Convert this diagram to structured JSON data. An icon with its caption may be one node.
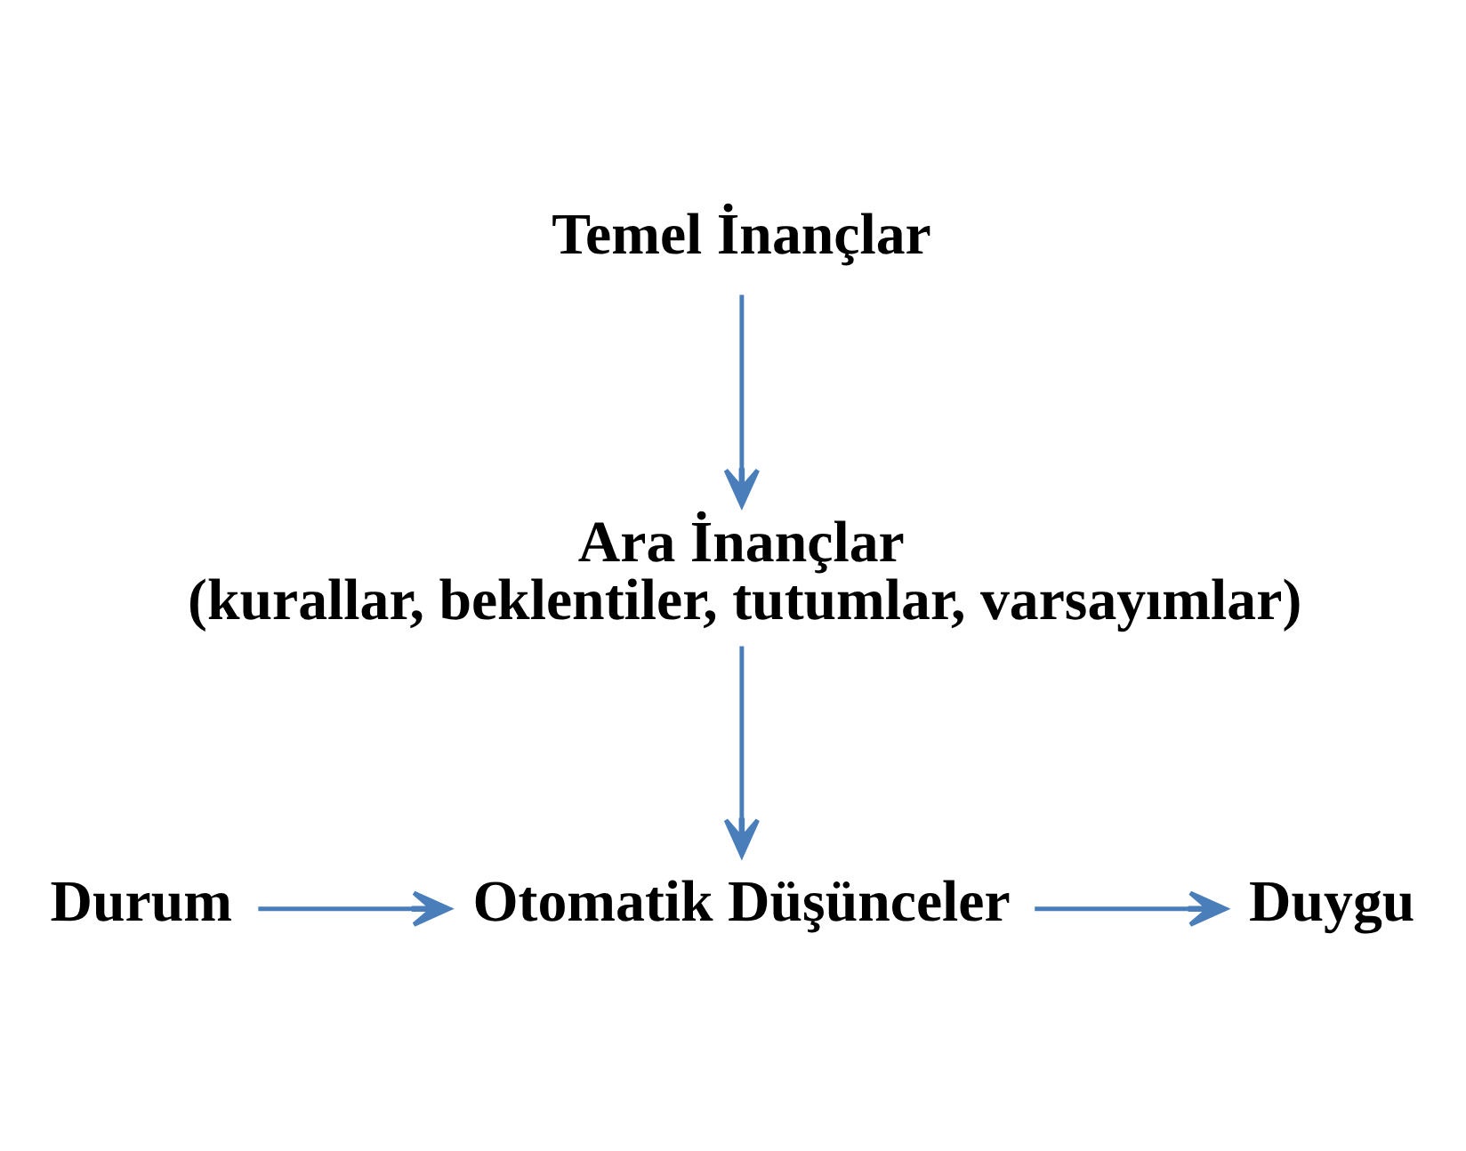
{
  "diagram": {
    "nodes": [
      {
        "text": [
          "Temel İnançlar"
        ]
      },
      {
        "text": [
          "Ara İnançlar",
          "(kurallar, beklentiler, tutumlar, varsayımlar)"
        ]
      },
      {
        "text": [
          "Durum"
        ]
      },
      {
        "text": [
          "Otomatik Düşünceler"
        ]
      },
      {
        "text": [
          "Duygu"
        ]
      }
    ],
    "edges": [
      {
        "from": 0,
        "to": 1,
        "arrow": "to"
      },
      {
        "from": 1,
        "to": 3,
        "arrow": "to"
      },
      {
        "from": 2,
        "to": 3,
        "arrow": "to"
      },
      {
        "from": 3,
        "to": 4,
        "arrow": "to"
      }
    ]
  }
}
